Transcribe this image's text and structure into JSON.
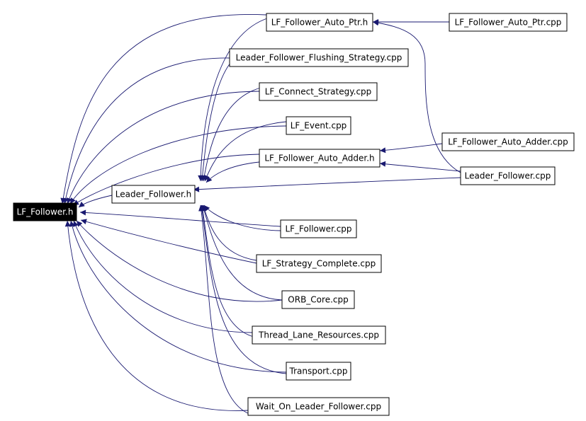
{
  "colors": {
    "edge": "#191970",
    "arrowhead": "#191970",
    "node_border": "#000000",
    "node_fill": "#ffffff",
    "root_fill": "#000000",
    "root_text": "#ffffff",
    "background": "#ffffff"
  },
  "nodes": {
    "lf_follower_h": "LF_Follower.h",
    "leader_follower_h": "Leader_Follower.h",
    "lf_follower_auto_ptr_h": "LF_Follower_Auto_Ptr.h",
    "lf_follower_auto_ptr_cpp": "LF_Follower_Auto_Ptr.cpp",
    "leader_follower_flushing_strategy_cpp": "Leader_Follower_Flushing_Strategy.cpp",
    "lf_connect_strategy_cpp": "LF_Connect_Strategy.cpp",
    "lf_event_cpp": "LF_Event.cpp",
    "lf_follower_auto_adder_h": "LF_Follower_Auto_Adder.h",
    "lf_follower_auto_adder_cpp": "LF_Follower_Auto_Adder.cpp",
    "leader_follower_cpp": "Leader_Follower.cpp",
    "lf_follower_cpp": "LF_Follower.cpp",
    "lf_strategy_complete_cpp": "LF_Strategy_Complete.cpp",
    "orb_core_cpp": "ORB_Core.cpp",
    "thread_lane_resources_cpp": "Thread_Lane_Resources.cpp",
    "transport_cpp": "Transport.cpp",
    "wait_on_leader_follower_cpp": "Wait_On_Leader_Follower.cpp"
  }
}
